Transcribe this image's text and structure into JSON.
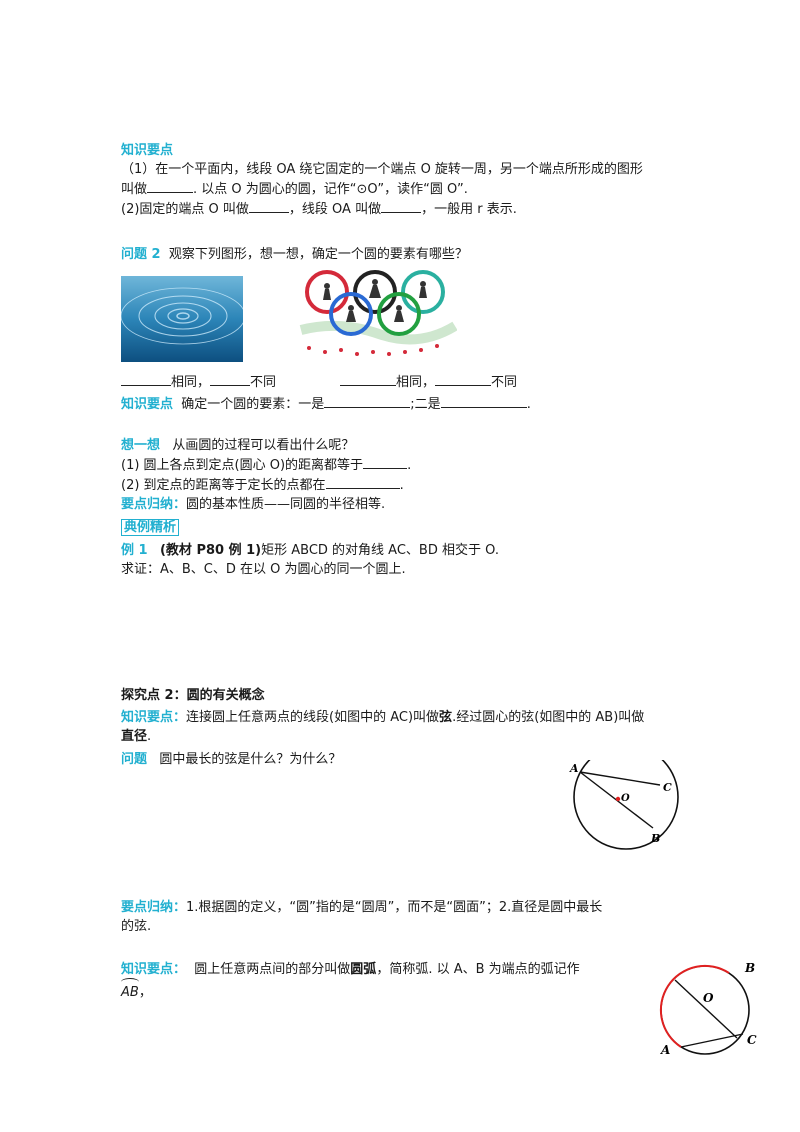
{
  "k1": {
    "heading": "知识要点",
    "l1": "（1）在一个平面内，线段 OA 绕它固定的一个端点 O 旋转一周，另一个端点所形成的图形",
    "l2a": "叫做",
    "l2b": ". 以点 O 为圆心的圆，记作“⊙O”，读作“圆 O”.",
    "l3a": "(2)固定的端点 O 叫做",
    "l3b": "，线段 OA 叫做",
    "l3c": "，一般用 r 表示."
  },
  "q2": {
    "label": "问题 2",
    "text": "观察下列图形，想一想，确定一个圆的要素有哪些？"
  },
  "fill": {
    "s1": "相同，",
    "s2": "不同",
    "s3": "相同，",
    "s4": "不同"
  },
  "k2": {
    "heading": "知识要点",
    "a": "确定一个圆的要素：一是",
    "b": ";二是",
    "c": "."
  },
  "think": {
    "label": "想一想",
    "text": "从画圆的过程可以看出什么呢？",
    "l1": "(1)  圆上各点到定点(圆心 O)的距离都等于",
    "l2": "(2)  到定点的距离等于定长的点都在",
    "summary_label": "要点归纳：",
    "summary": "圆的基本性质——同圆的半径相等."
  },
  "typical": "典例精析",
  "ex1": {
    "label": "例 1",
    "src": "(教材 P80 例 1)",
    "text": "矩形 ABCD 的对角线 AC、BD 相交于 O.",
    "prove": "求证：A、B、C、D 在以 O 为圆心的同一个圆上."
  },
  "point2": {
    "title": "探究点 2：圆的有关概念"
  },
  "k3": {
    "heading": "知识要点：",
    "t1": "连接圆上任意两点的线段(如图中的 AC)叫做",
    "chord": "弦",
    "t2": ".经过圆心的弦(如图中的 AB)叫做",
    "diameter": "直径",
    "t3": "."
  },
  "q3": {
    "label": "问题",
    "text": "圆中最长的弦是什么？为什么？"
  },
  "sum2": {
    "label": "要点归纳：",
    "l1": "1.根据圆的定义，“圆”指的是“圆周”，而不是“圆面”；2.直径是圆中最长",
    "l2": "的弦."
  },
  "k4": {
    "heading": "知识要点：",
    "t1": "圆上任意两点间的部分叫做",
    "arc": "圆弧",
    "t2": "，简称弧. 以 A、B 为端点的弧记作",
    "notation": "AB",
    "t3": "，"
  },
  "fig1": {
    "A": "A",
    "B": "B",
    "C": "C",
    "O": "O"
  },
  "fig2": {
    "A": "A",
    "B": "B",
    "C": "C",
    "O": "O"
  },
  "colors": {
    "accent": "#22b0d0",
    "arc": "#e02020"
  }
}
